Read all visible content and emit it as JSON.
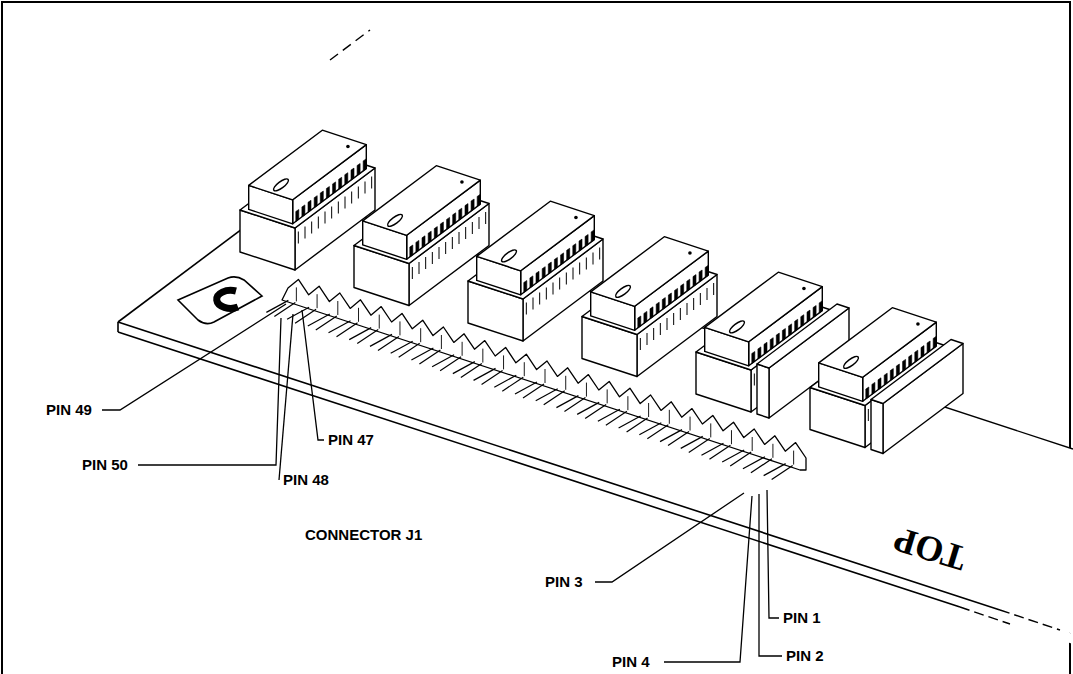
{
  "diagram": {
    "labels": [
      "PIN 49",
      "PIN 50",
      "PIN 47",
      "PIN 48",
      "CONNECTOR J1",
      "PIN 3",
      "PIN 4",
      "PIN 1",
      "PIN 2",
      "TOP"
    ]
  }
}
